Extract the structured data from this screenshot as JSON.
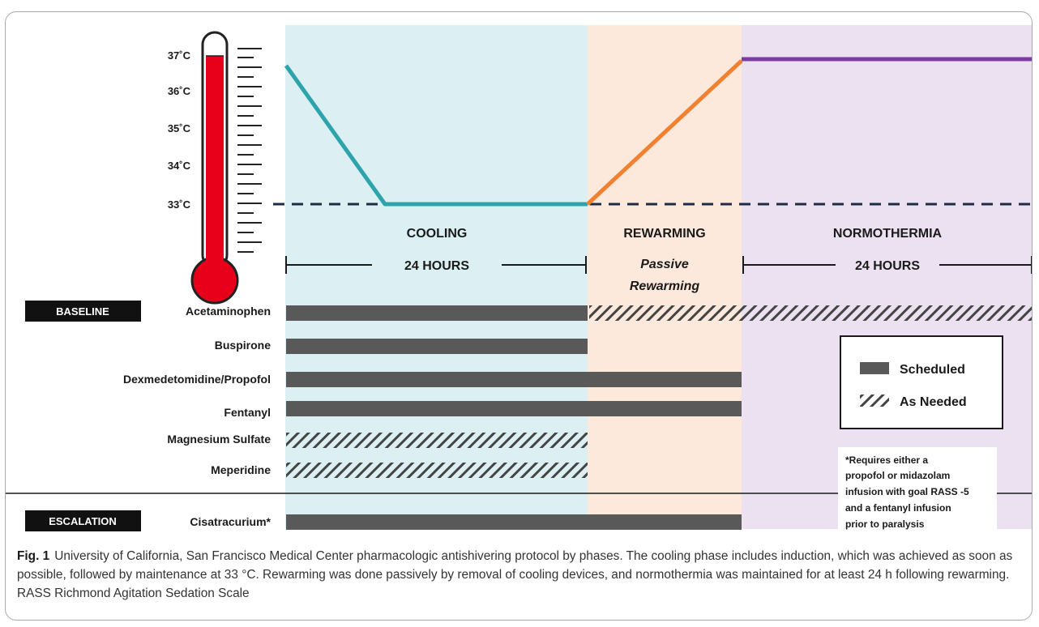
{
  "thermometer": {
    "labels": [
      "37˚C",
      "36˚C",
      "35˚C",
      "34˚C",
      "33˚C"
    ]
  },
  "phases": [
    {
      "id": "cooling",
      "name": "COOLING",
      "duration": "24 HOURS",
      "color": "#dcf0f3"
    },
    {
      "id": "rewarming",
      "name": "REWARMING",
      "duration_line1": "Passive",
      "duration_line2": "Rewarming",
      "color": "#fde9dc"
    },
    {
      "id": "normothermia",
      "name": "NORMOTHERMIA",
      "duration": "24 HOURS",
      "color": "#ebe1f0"
    }
  ],
  "temperature_curve_colors": {
    "cooling": "#2fa3ab",
    "rewarming": "#f08130",
    "normothermia": "#7d3ca3",
    "target_line": "#1f2a44"
  },
  "sections": {
    "baseline": "BASELINE",
    "escalation": "ESCALATION"
  },
  "drugs": [
    {
      "name": "Acetaminophen",
      "section": "baseline"
    },
    {
      "name": "Buspirone",
      "section": "baseline"
    },
    {
      "name": "Dexmedetomidine/Propofol",
      "section": "baseline"
    },
    {
      "name": "Fentanyl",
      "section": "baseline"
    },
    {
      "name": "Magnesium Sulfate",
      "section": "baseline"
    },
    {
      "name": "Meperidine",
      "section": "baseline"
    },
    {
      "name": "Cisatracurium*",
      "section": "escalation"
    }
  ],
  "legend": {
    "scheduled": "Scheduled",
    "as_needed": "As Needed"
  },
  "footnote": [
    "*Requires either a",
    "propofol or midazolam",
    "infusion with goal RASS -5",
    "and a fentanyl infusion",
    "prior to paralysis"
  ],
  "caption": {
    "label": "Fig. 1",
    "text": "University of California, San Francisco Medical Center pharmacologic antishivering protocol by phases. The cooling phase includes induction, which was achieved as soon as possible, followed by maintenance at 33 °C. Rewarming was done passively by removal of cooling devices, and normothermia was maintained for at least 24 h following rewarming. RASS Richmond Agitation Sedation Scale"
  }
}
